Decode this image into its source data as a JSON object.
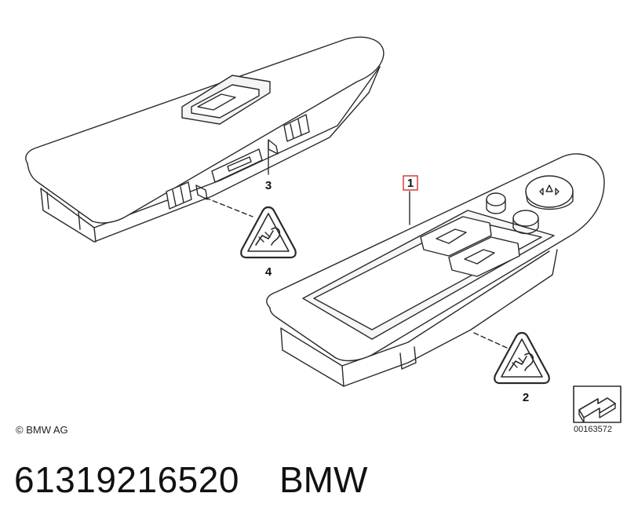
{
  "callouts": {
    "c1": "1",
    "c2": "2",
    "c3": "3",
    "c4": "4"
  },
  "footer": {
    "copyright": "© BMW AG",
    "catalog_number": "00163572"
  },
  "caption": {
    "part_number": "61319216520",
    "brand": "BMW"
  },
  "colors": {
    "outline": "#2a2a2a",
    "highlight_box": "#d0302f",
    "fill": "#ffffff",
    "shade": "#eeeeee"
  }
}
